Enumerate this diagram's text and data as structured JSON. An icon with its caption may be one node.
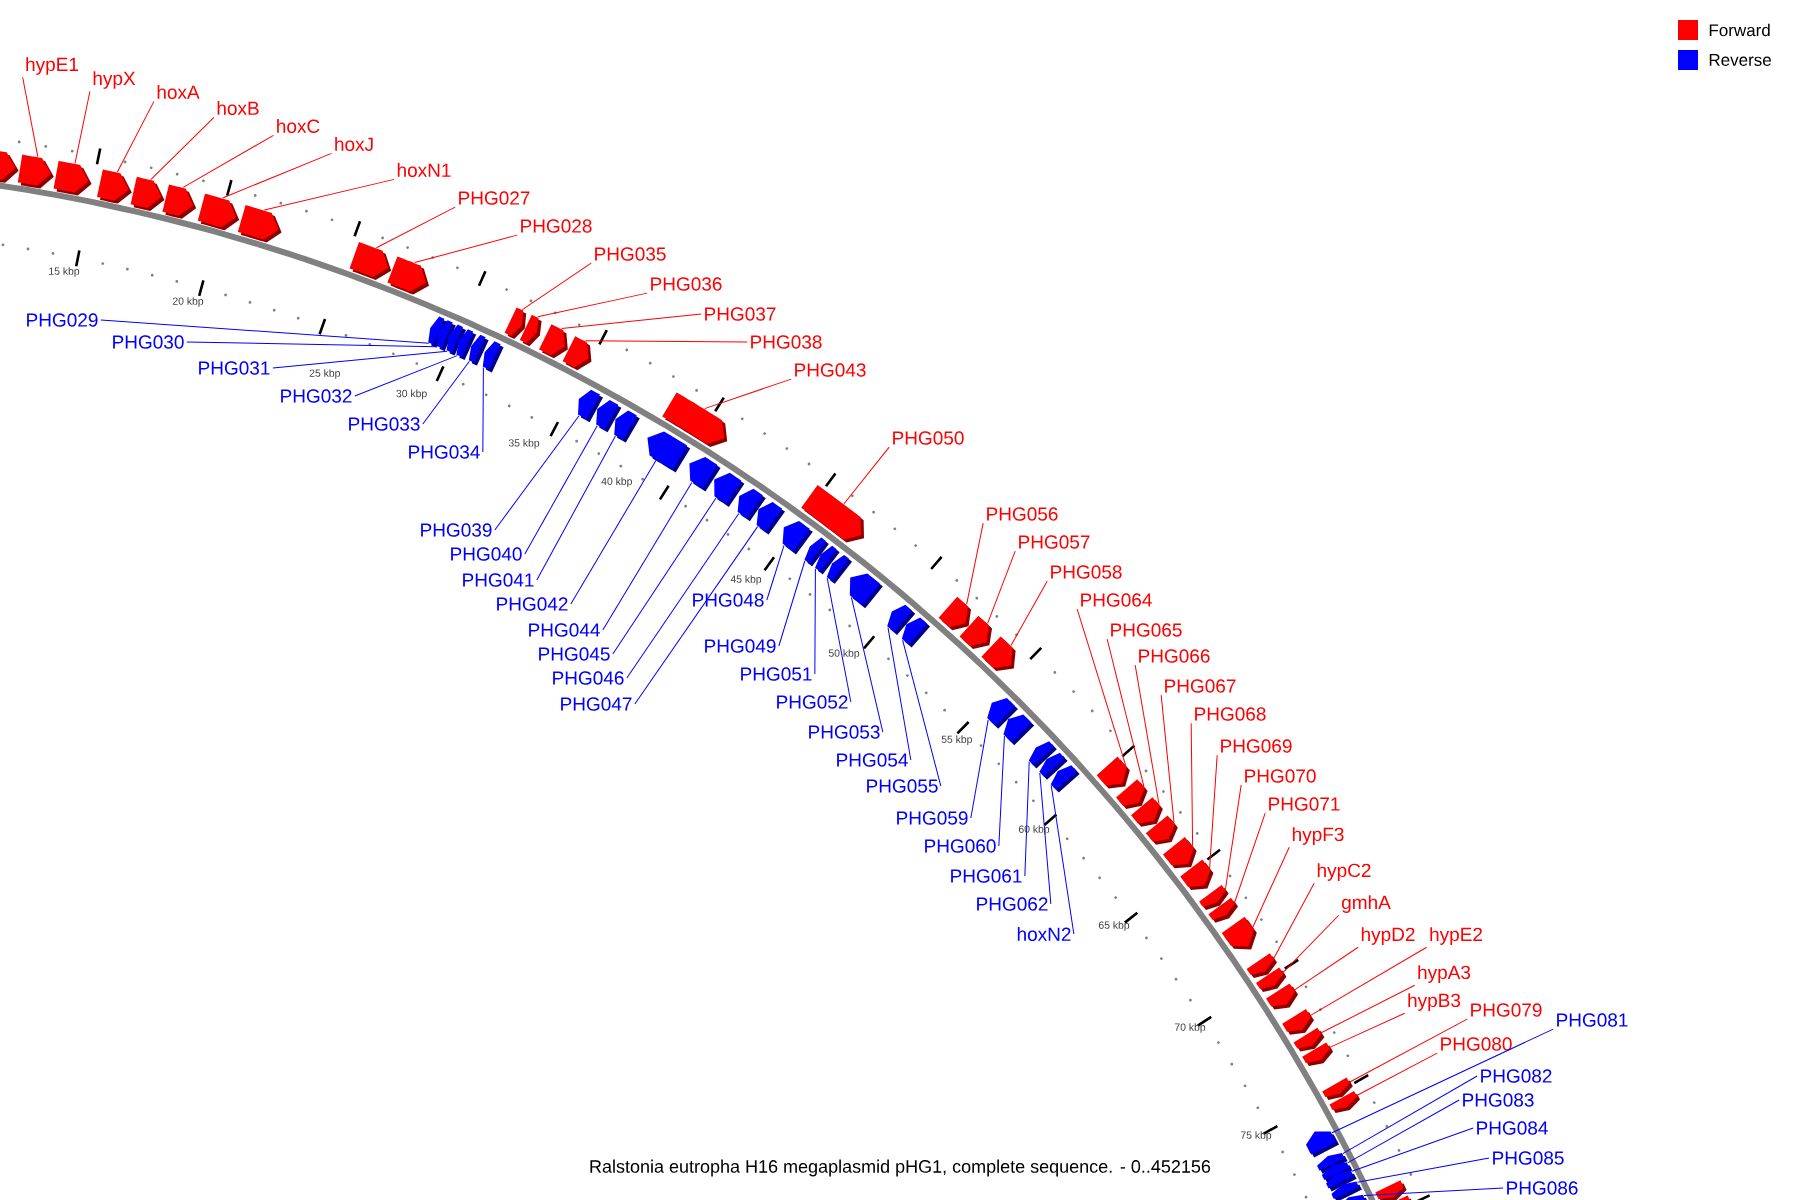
{
  "diagram": {
    "caption": "Ralstonia eutropha H16 megaplasmid pHG1, complete sequence. - 0..452156",
    "nodes": [
      {
        "text": [
          "hypE1"
        ]
      },
      {
        "text": [
          "hypX"
        ]
      },
      {
        "text": [
          "hoxA"
        ]
      },
      {
        "text": [
          "hoxB"
        ]
      },
      {
        "text": [
          "hoxC"
        ]
      },
      {
        "text": [
          "hoxJ"
        ]
      },
      {
        "text": [
          "hoxN1"
        ]
      },
      {
        "text": [
          "PHG027"
        ]
      },
      {
        "text": [
          "PHG028"
        ]
      },
      {
        "text": [
          "PHG029"
        ]
      },
      {
        "text": [
          "PHG030"
        ]
      },
      {
        "text": [
          "PHG031"
        ]
      },
      {
        "text": [
          "PHG032"
        ]
      },
      {
        "text": [
          "PHG033"
        ]
      },
      {
        "text": [
          "PHG034"
        ]
      },
      {
        "text": [
          "PHG035"
        ]
      },
      {
        "text": [
          "PHG036"
        ]
      },
      {
        "text": [
          "PHG037"
        ]
      },
      {
        "text": [
          "PHG038"
        ]
      },
      {
        "text": [
          "PHG039"
        ]
      },
      {
        "text": [
          "PHG040"
        ]
      },
      {
        "text": [
          "PHG041"
        ]
      },
      {
        "text": [
          "PHG042"
        ]
      },
      {
        "text": [
          "PHG043"
        ]
      },
      {
        "text": [
          "PHG044"
        ]
      },
      {
        "text": [
          "PHG045"
        ]
      },
      {
        "text": [
          "PHG046"
        ]
      },
      {
        "text": [
          "PHG047"
        ]
      },
      {
        "text": [
          "PHG048"
        ]
      },
      {
        "text": [
          "PHG049"
        ]
      },
      {
        "text": [
          "PHG050"
        ]
      },
      {
        "text": [
          "PHG051"
        ]
      },
      {
        "text": [
          "PHG052"
        ]
      },
      {
        "text": [
          "PHG053"
        ]
      },
      {
        "text": [
          "PHG054"
        ]
      },
      {
        "text": [
          "PHG055"
        ]
      },
      {
        "text": [
          "PHG056"
        ]
      },
      {
        "text": [
          "PHG057"
        ]
      },
      {
        "text": [
          "PHG058"
        ]
      },
      {
        "text": [
          "PHG059"
        ]
      },
      {
        "text": [
          "PHG060"
        ]
      },
      {
        "text": [
          "PHG061"
        ]
      },
      {
        "text": [
          "PHG062"
        ]
      },
      {
        "text": [
          "hoxN2"
        ]
      },
      {
        "text": [
          "PHG064"
        ]
      },
      {
        "text": [
          "PHG065"
        ]
      },
      {
        "text": [
          "PHG066"
        ]
      },
      {
        "text": [
          "PHG067"
        ]
      },
      {
        "text": [
          "PHG068"
        ]
      },
      {
        "text": [
          "PHG069"
        ]
      },
      {
        "text": [
          "PHG070"
        ]
      },
      {
        "text": [
          "PHG071"
        ]
      },
      {
        "text": [
          "hypF3"
        ]
      },
      {
        "text": [
          "hypC2"
        ]
      },
      {
        "text": [
          "gmhA"
        ]
      },
      {
        "text": [
          "hypD2"
        ]
      },
      {
        "text": [
          "hypE2"
        ]
      },
      {
        "text": [
          "hypA3"
        ]
      },
      {
        "text": [
          "hypB3"
        ]
      },
      {
        "text": [
          "PHG079"
        ]
      },
      {
        "text": [
          "PHG080"
        ]
      },
      {
        "text": [
          "PHG081"
        ]
      },
      {
        "text": [
          "PHG082"
        ]
      },
      {
        "text": [
          "PHG083"
        ]
      },
      {
        "text": [
          "PHG084"
        ]
      },
      {
        "text": [
          "PHG085"
        ]
      },
      {
        "text": [
          "PHG086"
        ]
      },
      {
        "text": [],
        "shape": "pentagon"
      },
      {
        "text": [],
        "shape": "pentagon"
      },
      {
        "text": [],
        "shape": "pentagon"
      },
      {
        "text": [],
        "shape": "pentagon"
      },
      {
        "text": [],
        "shape": "pentagon"
      },
      {
        "text": [],
        "shape": "pentagon"
      },
      {
        "text": [],
        "shape": "pentagon"
      },
      {
        "text": [],
        "shape": "pentagon"
      },
      {
        "text": [],
        "shape": "pentagon"
      },
      {
        "text": [],
        "shape": "pentagon"
      },
      {
        "text": [],
        "shape": "pentagon"
      },
      {
        "text": [],
        "shape": "pentagon"
      },
      {
        "text": [],
        "shape": "pentagon"
      },
      {
        "text": [],
        "shape": "pentagon"
      },
      {
        "text": [],
        "shape": "pentagon"
      },
      {
        "text": [],
        "shape": "pentagon"
      },
      {
        "text": [],
        "shape": "pentagon"
      },
      {
        "text": [],
        "shape": "pentagon"
      },
      {
        "text": [],
        "shape": "pentagon"
      },
      {
        "text": [],
        "shape": "pentagon"
      },
      {
        "text": [],
        "shape": "pentagon"
      },
      {
        "text": [],
        "shape": "pentagon"
      },
      {
        "text": [],
        "shape": "pentagon"
      },
      {
        "text": [],
        "shape": "pentagon"
      },
      {
        "text": [],
        "shape": "pentagon"
      },
      {
        "text": [],
        "shape": "pentagon"
      },
      {
        "text": [],
        "shape": "pentagon"
      },
      {
        "text": [],
        "shape": "pentagon"
      },
      {
        "text": [],
        "shape": "pentagon"
      },
      {
        "text": [],
        "shape": "pentagon"
      },
      {
        "text": [],
        "shape": "pentagon"
      },
      {
        "text": [],
        "shape": "pentagon"
      },
      {
        "text": [],
        "shape": "pentagon"
      },
      {
        "text": [],
        "shape": "pentagon"
      },
      {
        "text": [],
        "shape": "pentagon"
      },
      {
        "text": [],
        "shape": "pentagon"
      },
      {
        "text": [],
        "shape": "pentagon"
      },
      {
        "text": [],
        "shape": "pentagon"
      },
      {
        "text": [],
        "shape": "pentagon"
      },
      {
        "text": [],
        "shape": "pentagon"
      },
      {
        "text": [],
        "shape": "pentagon"
      },
      {
        "text": [],
        "shape": "pentagon"
      },
      {
        "text": [],
        "shape": "pentagon"
      },
      {
        "text": [],
        "shape": "pentagon"
      },
      {
        "text": [],
        "shape": "pentagon"
      },
      {
        "text": [],
        "shape": "pentagon"
      },
      {
        "text": [],
        "shape": "pentagon"
      },
      {
        "text": [],
        "shape": "pentagon"
      },
      {
        "text": [],
        "shape": "pentagon"
      },
      {
        "text": [],
        "shape": "pentagon"
      },
      {
        "text": [],
        "shape": "pentagon"
      },
      {
        "text": [],
        "shape": "pentagon"
      },
      {
        "text": [],
        "shape": "pentagon"
      },
      {
        "text": [],
        "shape": "pentagon"
      },
      {
        "text": [],
        "shape": "pentagon"
      },
      {
        "text": [],
        "shape": "pentagon"
      },
      {
        "text": [],
        "shape": "pentagon"
      },
      {
        "text": [],
        "shape": "pentagon"
      },
      {
        "text": [],
        "shape": "pentagon"
      },
      {
        "text": [],
        "shape": "pentagon"
      },
      {
        "text": [],
        "shape": "pentagon"
      },
      {
        "text": [],
        "shape": "pentagon"
      },
      {
        "text": [],
        "shape": "pentagon"
      },
      {
        "text": [],
        "shape": "pentagon"
      },
      {
        "text": [],
        "shape": "pentagon"
      },
      {
        "text": [],
        "shape": "pentagon"
      },
      {
        "text": [],
        "shape": "pentagon"
      },
      {
        "text": [],
        "shape": "pentagon"
      },
      {
        "text": [],
        "shape": "pentagon"
      },
      {
        "text": [],
        "shape": "pentagon"
      }
    ],
    "edges": [
      {
        "from": 0,
        "to": 68,
        "arrow": "none"
      },
      {
        "from": 1,
        "to": 69,
        "arrow": "none"
      },
      {
        "from": 2,
        "to": 70,
        "arrow": "none"
      },
      {
        "from": 3,
        "to": 71,
        "arrow": "none"
      },
      {
        "from": 4,
        "to": 72,
        "arrow": "none"
      },
      {
        "from": 5,
        "to": 73,
        "arrow": "none"
      },
      {
        "from": 6,
        "to": 74,
        "arrow": "none"
      },
      {
        "from": 7,
        "to": 75,
        "arrow": "none"
      },
      {
        "from": 8,
        "to": 76,
        "arrow": "none"
      },
      {
        "from": 9,
        "to": 77,
        "arrow": "none",
        "color": "#0000ff"
      },
      {
        "from": 10,
        "to": 78,
        "arrow": "none",
        "color": "#0000ff"
      },
      {
        "from": 11,
        "to": 79,
        "arrow": "none",
        "color": "#0000ff"
      },
      {
        "from": 12,
        "to": 80,
        "arrow": "none",
        "color": "#0000ff"
      },
      {
        "from": 13,
        "to": 81,
        "arrow": "none",
        "color": "#0000ff"
      },
      {
        "from": 14,
        "to": 82,
        "arrow": "none",
        "color": "#0000ff"
      },
      {
        "from": 15,
        "to": 83,
        "arrow": "none"
      },
      {
        "from": 16,
        "to": 84,
        "arrow": "none"
      },
      {
        "from": 17,
        "to": 85,
        "arrow": "none"
      },
      {
        "from": 18,
        "to": 86,
        "arrow": "none"
      },
      {
        "from": 19,
        "to": 87,
        "arrow": "none",
        "color": "#0000ff"
      },
      {
        "from": 20,
        "to": 88,
        "arrow": "none",
        "color": "#0000ff"
      },
      {
        "from": 21,
        "to": 89,
        "arrow": "none",
        "color": "#0000ff"
      },
      {
        "from": 22,
        "to": 90,
        "arrow": "none",
        "color": "#0000ff"
      },
      {
        "from": 23,
        "to": 91,
        "arrow": "none"
      },
      {
        "from": 24,
        "to": 92,
        "arrow": "none",
        "color": "#0000ff"
      },
      {
        "from": 25,
        "to": 93,
        "arrow": "none",
        "color": "#0000ff"
      },
      {
        "from": 26,
        "to": 94,
        "arrow": "none",
        "color": "#0000ff"
      },
      {
        "from": 27,
        "to": 95,
        "arrow": "none",
        "color": "#0000ff"
      },
      {
        "from": 28,
        "to": 96,
        "arrow": "none",
        "color": "#0000ff"
      },
      {
        "from": 29,
        "to": 97,
        "arrow": "none",
        "color": "#0000ff"
      },
      {
        "from": 30,
        "to": 98,
        "arrow": "none"
      },
      {
        "from": 31,
        "to": 99,
        "arrow": "none",
        "color": "#0000ff"
      },
      {
        "from": 32,
        "to": 100,
        "arrow": "none",
        "color": "#0000ff"
      },
      {
        "from": 33,
        "to": 101,
        "arrow": "none",
        "color": "#0000ff"
      },
      {
        "from": 34,
        "to": 102,
        "arrow": "none",
        "color": "#0000ff"
      },
      {
        "from": 35,
        "to": 103,
        "arrow": "none",
        "color": "#0000ff"
      },
      {
        "from": 36,
        "to": 104,
        "arrow": "none"
      },
      {
        "from": 37,
        "to": 105,
        "arrow": "none"
      },
      {
        "from": 38,
        "to": 106,
        "arrow": "none"
      },
      {
        "from": 39,
        "to": 107,
        "arrow": "none",
        "color": "#0000ff"
      },
      {
        "from": 40,
        "to": 108,
        "arrow": "none",
        "color": "#0000ff"
      },
      {
        "from": 41,
        "to": 109,
        "arrow": "none",
        "color": "#0000ff"
      },
      {
        "from": 42,
        "to": 110,
        "arrow": "none",
        "color": "#0000ff"
      },
      {
        "from": 43,
        "to": 111,
        "arrow": "none",
        "color": "#0000ff"
      },
      {
        "from": 44,
        "to": 112,
        "arrow": "none"
      },
      {
        "from": 45,
        "to": 113,
        "arrow": "none"
      },
      {
        "from": 46,
        "to": 114,
        "arrow": "none"
      },
      {
        "from": 47,
        "to": 115,
        "arrow": "none"
      },
      {
        "from": 48,
        "to": 116,
        "arrow": "none"
      },
      {
        "from": 49,
        "to": 117,
        "arrow": "none"
      },
      {
        "from": 50,
        "to": 118,
        "arrow": "none"
      },
      {
        "from": 51,
        "to": 119,
        "arrow": "none"
      },
      {
        "from": 52,
        "to": 120,
        "arrow": "none"
      },
      {
        "from": 53,
        "to": 121,
        "arrow": "none"
      },
      {
        "from": 54,
        "to": 122,
        "arrow": "none"
      },
      {
        "from": 55,
        "to": 123,
        "arrow": "none"
      },
      {
        "from": 56,
        "to": 124,
        "arrow": "none"
      },
      {
        "from": 57,
        "to": 125,
        "arrow": "none"
      },
      {
        "from": 58,
        "to": 126,
        "arrow": "none"
      },
      {
        "from": 59,
        "to": 127,
        "arrow": "none"
      },
      {
        "from": 60,
        "to": 128,
        "arrow": "none"
      },
      {
        "from": 61,
        "to": 129,
        "arrow": "none",
        "color": "#0000ff"
      },
      {
        "from": 62,
        "to": 130,
        "arrow": "none",
        "color": "#0000ff"
      },
      {
        "from": 63,
        "to": 131,
        "arrow": "none",
        "color": "#0000ff"
      },
      {
        "from": 64,
        "to": 132,
        "arrow": "none",
        "color": "#0000ff"
      },
      {
        "from": 65,
        "to": 133,
        "arrow": "none",
        "color": "#0000ff"
      },
      {
        "from": 66,
        "to": 134,
        "arrow": "none",
        "color": "#0000ff"
      }
    ],
    "labels": [
      "15 kbp",
      "20 kbp",
      "25 kbp",
      "30 kbp",
      "35 kbp",
      "40 kbp",
      "45 kbp",
      "50 kbp",
      "55 kbp",
      "60 kbp",
      "65 kbp",
      "70 kbp",
      "75 kbp"
    ],
    "legend": [
      {
        "text": "Forward",
        "color": "#ff0000"
      },
      {
        "text": "Reverse",
        "color": "#0000ff"
      }
    ]
  }
}
